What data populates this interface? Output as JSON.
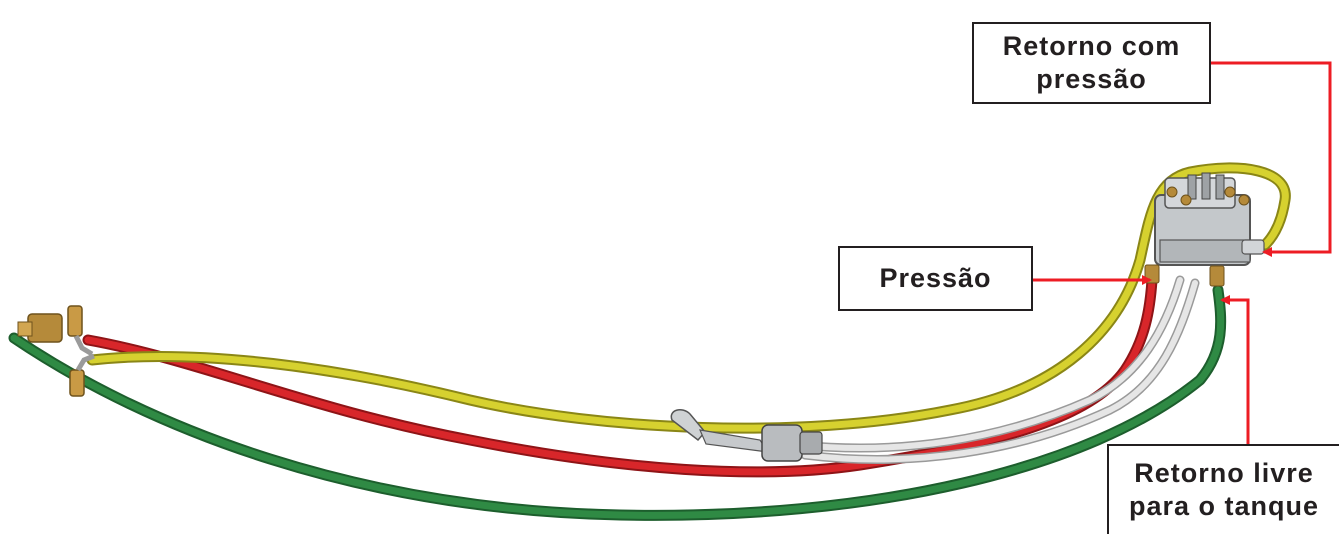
{
  "labels": {
    "return_pressure": "Retorno com\npressão",
    "pressure": "Pressão",
    "free_return": "Retorno livre\npara o tanque"
  },
  "colors": {
    "hose_yellow": "#c9c42a",
    "hose_red": "#d8262a",
    "hose_green": "#2f8a44",
    "hose_white": "#d9d9d9",
    "callout_arrow": "#ed1c24",
    "fitting_brass": "#b58a3a",
    "valve_body": "#bfc3c6"
  }
}
